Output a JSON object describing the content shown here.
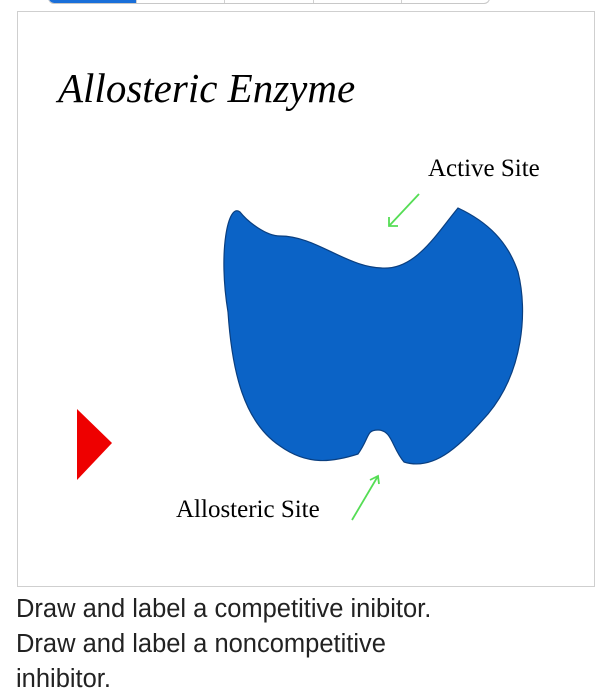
{
  "diagram": {
    "title": "Allosteric Enzyme",
    "labels": {
      "active_site": "Active Site",
      "allosteric_site": "Allosteric Site"
    },
    "colors": {
      "enzyme": "#0b63c6",
      "inhibitor_triangle": "#ee0000",
      "arrows": "#55dd55"
    }
  },
  "question": {
    "line1": "Draw and label a competitive inibitor.",
    "line2": "Draw and label a noncompetitive",
    "line3": "inhibitor."
  }
}
